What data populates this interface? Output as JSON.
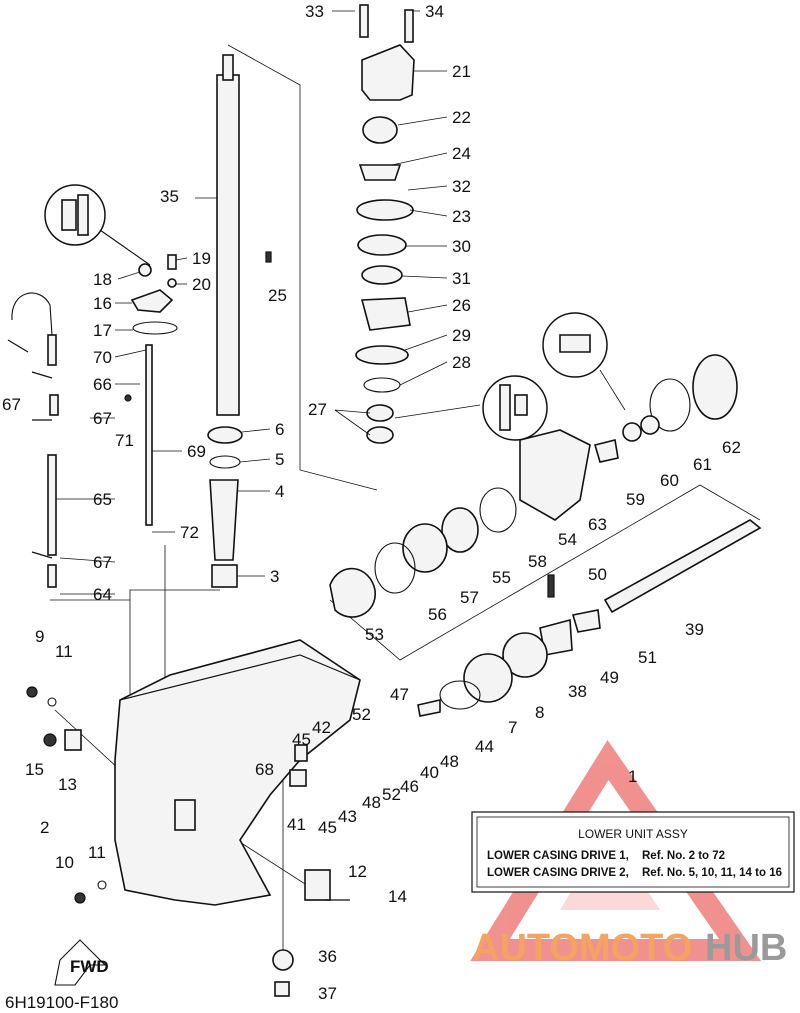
{
  "labels": {
    "p33": "33",
    "p34": "34",
    "p21": "21",
    "p22": "22",
    "p24": "24",
    "p32": "32",
    "p23": "23",
    "p30": "30",
    "p31": "31",
    "p26": "26",
    "p29": "29",
    "p28": "28",
    "p27": "27",
    "p35": "35",
    "p19": "19",
    "p18": "18",
    "p20": "20",
    "p25": "25",
    "p16": "16",
    "p17": "17",
    "p70": "70",
    "p67a": "67",
    "p66": "66",
    "p67b": "67",
    "p71": "71",
    "p6": "6",
    "p5": "5",
    "p4": "4",
    "p69": "69",
    "p65": "65",
    "p72": "72",
    "p3": "3",
    "p67c": "67",
    "p64": "64",
    "p62": "62",
    "p60": "60",
    "p61": "61",
    "p59": "59",
    "p63": "63",
    "p54": "54",
    "p58": "58",
    "p55": "55",
    "p57": "57",
    "p56": "56",
    "p53": "53",
    "p50": "50",
    "p39": "39",
    "p51": "51",
    "p49": "49",
    "p38": "38",
    "p8": "8",
    "p7": "7",
    "p47": "47",
    "p44": "44",
    "p52a": "52",
    "p42": "42",
    "p45a": "45",
    "p48a": "48",
    "p40": "40",
    "p46": "46",
    "p52b": "52",
    "p48b": "48",
    "p43": "43",
    "p45b": "45",
    "p41": "41",
    "p68": "68",
    "p9": "9",
    "p11a": "11",
    "p15": "15",
    "p13": "13",
    "p2": "2",
    "p1": "1",
    "p10": "10",
    "p11b": "11",
    "p12": "12",
    "p14": "14",
    "p36": "36",
    "p37": "37"
  },
  "info_box": {
    "title": "LOWER UNIT ASSY",
    "row1_name": "LOWER CASING DRIVE 1,",
    "row1_ref": "Ref. No. 2 to 72",
    "row2_name": "LOWER CASING DRIVE 2,",
    "row2_ref": "Ref. No. 5, 10, 11, 14 to 16"
  },
  "fwd_label": "FWD",
  "drawing_number": "6H19100-F180",
  "watermark": {
    "part1": "AUTOMOTO",
    "part2": "HUB",
    "color1": "#f4a460",
    "color2": "#9a9a9a",
    "accent": "#e53935"
  }
}
